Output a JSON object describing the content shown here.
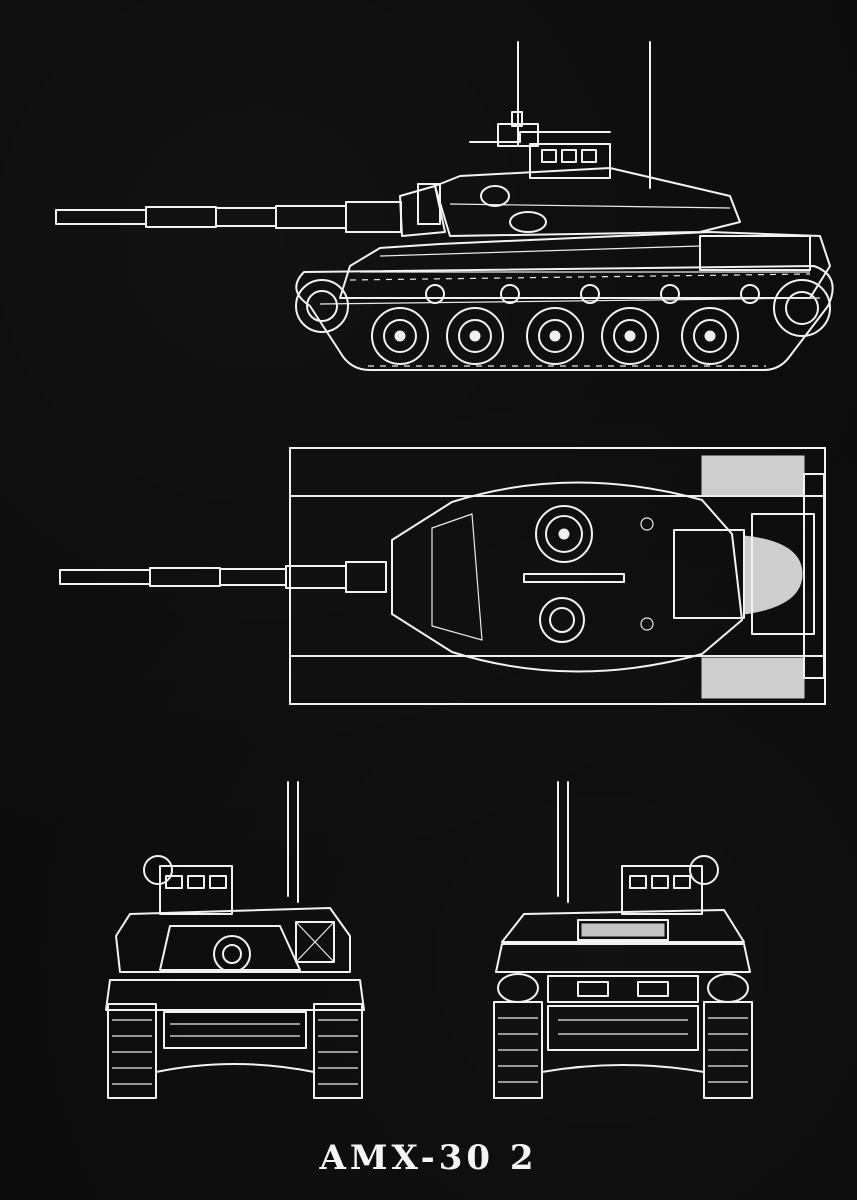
{
  "poster": {
    "title": "AMX-30 2",
    "background_color": "#0c0c0c",
    "line_color": "#f2f2f2"
  },
  "views": [
    {
      "name": "side-view"
    },
    {
      "name": "top-view"
    },
    {
      "name": "front-view"
    },
    {
      "name": "rear-view"
    }
  ]
}
